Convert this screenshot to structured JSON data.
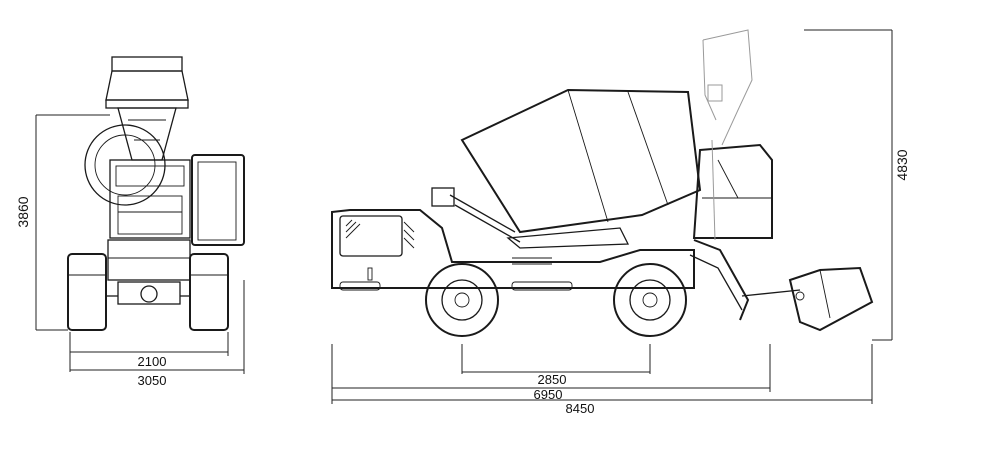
{
  "dimensions": {
    "front_height": "3860",
    "front_track": "2100",
    "front_width": "3050",
    "side_wheelbase": "2850",
    "side_body_length": "6950",
    "side_total_length": "8450",
    "side_total_height": "4830"
  }
}
